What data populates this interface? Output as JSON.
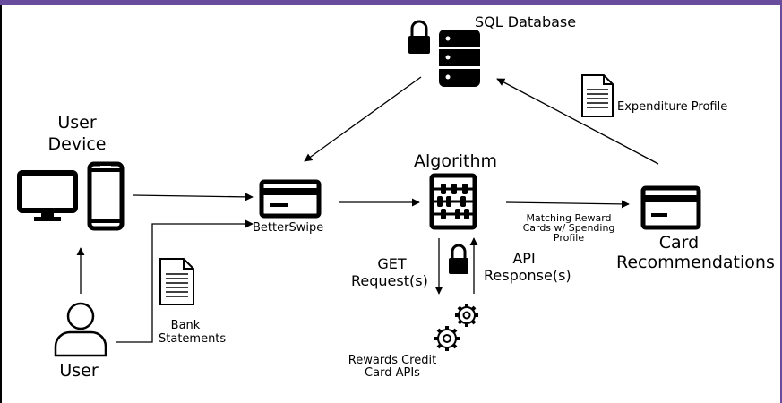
{
  "labels": {
    "sql_database": "SQL Database",
    "expenditure_profile": "Expenditure Profile",
    "user_device_line1": "User",
    "user_device_line2": "Device",
    "algorithm": "Algorithm",
    "betterswipe": "BetterSwipe",
    "matching_line1": "Matching Reward",
    "matching_line2": "Cards w/ Spending",
    "matching_line3": "Profile",
    "card_rec_line1": "Card",
    "card_rec_line2": "Recommendations",
    "get_line1": "GET",
    "get_line2": "Request(s)",
    "api_line1": "API",
    "api_line2": "Response(s)",
    "bank_line1": "Bank",
    "bank_line2": "Statements",
    "rewards_line1": "Rewards Credit",
    "rewards_line2": "Card APIs",
    "user": "User"
  },
  "colors": {
    "accent_bar": "#6a4c9c",
    "stroke": "#000000"
  }
}
